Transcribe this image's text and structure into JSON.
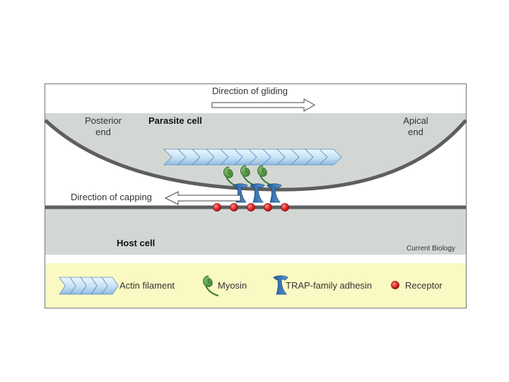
{
  "header": {
    "gliding_label": "Direction of gliding"
  },
  "parasite": {
    "title": "Parasite cell",
    "posterior_line1": "Posterior",
    "posterior_line2": "end",
    "apical_line1": "Apical",
    "apical_line2": "end"
  },
  "capping_label": "Direction of capping",
  "host": {
    "title": "Host cell",
    "credit": "Current Biology"
  },
  "legend": {
    "items": [
      {
        "icon": "actin-filament-icon",
        "label": "Actin filament"
      },
      {
        "icon": "myosin-icon",
        "label": "Myosin"
      },
      {
        "icon": "trap-adhesin-icon",
        "label": "TRAP-family adhesin"
      },
      {
        "icon": "receptor-icon",
        "label": "Receptor"
      }
    ]
  },
  "colors": {
    "cell_fill": "#d3d7d3",
    "membrane": "#555555",
    "legend_bg": "#fbf9c3",
    "actin_light": "#dfeffa",
    "actin_dark": "#7fb0d8",
    "myosin": "#5fa050",
    "adhesin": "#2f6eae",
    "receptor": "#d42a2a"
  }
}
